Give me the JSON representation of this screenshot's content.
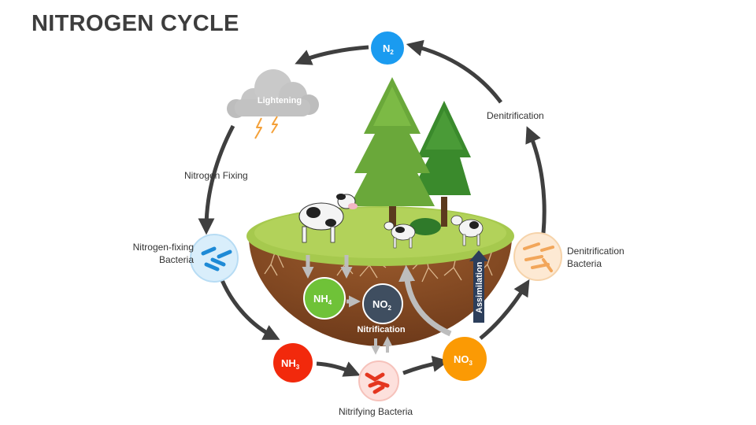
{
  "title": "NITROGEN CYCLE",
  "nodes": {
    "n2": {
      "base": "N",
      "sub": "2"
    },
    "nh3": {
      "base": "NH",
      "sub": "3"
    },
    "no3": {
      "base": "NO",
      "sub": "3"
    },
    "nh4": {
      "base": "NH",
      "sub": "4"
    },
    "no2": {
      "base": "NO",
      "sub": "2"
    }
  },
  "labels": {
    "lightening": "Lightening",
    "nitrogen_fixing": "Nitrogen Fixing",
    "nitrogen_fixing_bacteria": "Nitrogen-fixing\nBacteria",
    "nitrifying_bacteria": "Nitrifying Bacteria",
    "denitrification": "Denitrification",
    "denitrification_bacteria": "Denitrification\nBacteria",
    "nitrification": "Nitrification",
    "assimilation": "Assimilation"
  },
  "colors": {
    "n2": "#1a9bf0",
    "nh3": "#f2290c",
    "no3": "#fb9a04",
    "nh4": "#6fc238",
    "no2": "#3f4e60",
    "arrow": "#3f3f3f",
    "grass": "#a6c94e",
    "soil": "#8b4a24"
  }
}
